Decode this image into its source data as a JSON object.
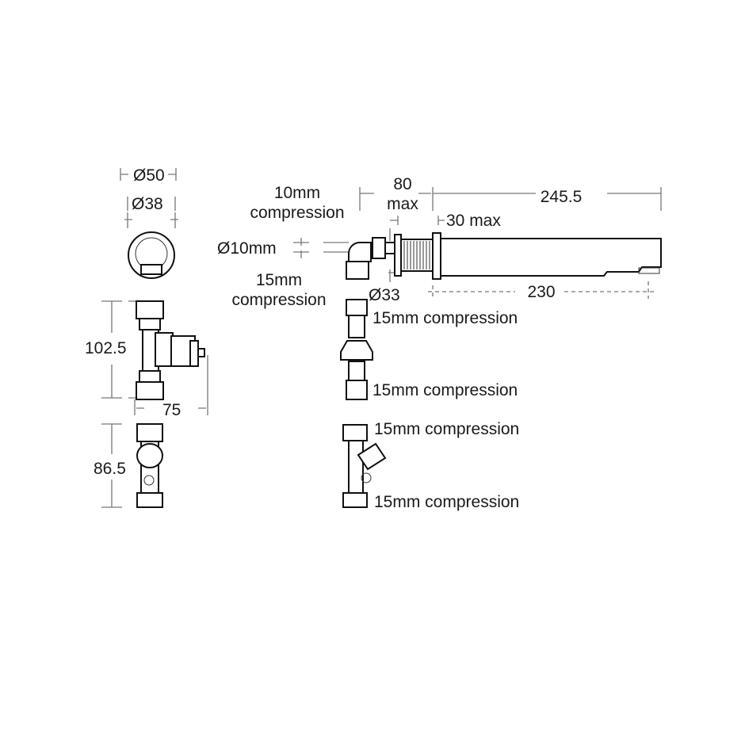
{
  "diagram": {
    "trim_plate": {
      "outer_diameter": "Ø50",
      "inner_diameter": "Ø38"
    },
    "spout": {
      "inlet_pipe_diameter": "Ø10mm",
      "inlet_connection": [
        "10mm",
        "compression"
      ],
      "outlet_connection": [
        "15mm",
        "compression"
      ],
      "fixing_depth": [
        "80",
        "max"
      ],
      "wall_thickness": "30 max",
      "overall_projection": "245.5",
      "projection_to_outlet": "230",
      "boss_diameter": "Ø33"
    },
    "solenoid_valve": {
      "height": "102.5",
      "depth": "75",
      "top_connection": "15mm compression",
      "bottom_connection": "15mm compression"
    },
    "isolating_valve": {
      "height": "86.5"
    },
    "strainer": {
      "top_connection": "15mm compression",
      "bottom_connection": "15mm compression"
    }
  }
}
